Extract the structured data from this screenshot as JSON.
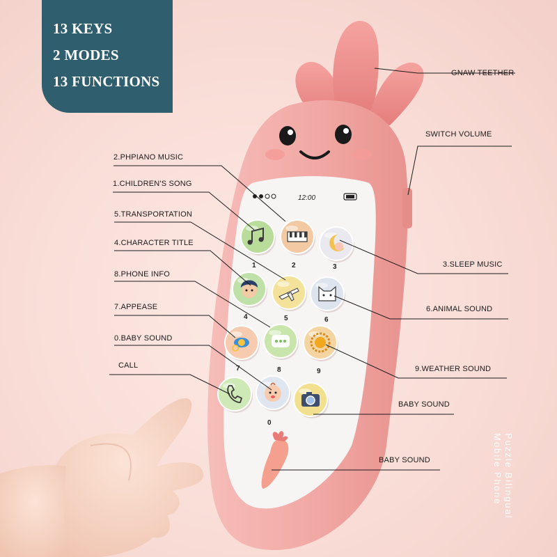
{
  "badge": {
    "line1": "13 KEYS",
    "line2": "2 MODES",
    "line3": "13 FUNCTIONS"
  },
  "phone": {
    "time": "12:00"
  },
  "keys": [
    {
      "num": "1",
      "icon": "music-notes-icon",
      "color": "#b9dc9a"
    },
    {
      "num": "2",
      "icon": "piano-icon",
      "color": "#f3c9a3"
    },
    {
      "num": "3",
      "icon": "moon-icon",
      "color": "#e9e9ef"
    },
    {
      "num": "4",
      "icon": "boy-face-icon",
      "color": "#bfe0a6"
    },
    {
      "num": "5",
      "icon": "airplane-icon",
      "color": "#f4e29a"
    },
    {
      "num": "6",
      "icon": "cat-icon",
      "color": "#dde4ee"
    },
    {
      "num": "7",
      "icon": "pacifier-icon",
      "color": "#f6cbb0"
    },
    {
      "num": "8",
      "icon": "chat-bubble-icon",
      "color": "#c8e6ab"
    },
    {
      "num": "9",
      "icon": "sun-icon",
      "color": "#f4d5a1"
    },
    {
      "num": "",
      "icon": "phone-handset-icon",
      "color": "#cfe9b6"
    },
    {
      "num": "0",
      "icon": "baby-face-icon",
      "color": "#dfe6ef"
    },
    {
      "num": "",
      "icon": "camera-icon",
      "color": "#f3e08e"
    }
  ],
  "labels": {
    "gnaw": "GNAW TEETHER",
    "switch": "SWITCH  VOLUME",
    "piano": "2.PHPIANO MUSIC",
    "song": "1.CHILDREN'S SONG",
    "transport": "5.TRANSPORTATION",
    "character": "4.CHARACTER TITLE",
    "phoneinfo": "8.PHONE INFO",
    "appease": "7.APPEASE",
    "babysound0": "0.BABY SOUND",
    "call": "CALL",
    "sleep": "3.SLEEP MUSIC",
    "animal": "6.ANIMAL SOUND",
    "weather": "9.WEATHER SOUND",
    "baby1": "BABY SOUND",
    "baby2": "BABY SOUND"
  },
  "product_name": {
    "line1": "Puzzle Bilingual",
    "line2": "Mobile Phone"
  },
  "colors": {
    "badge_bg": "#2f5f6e",
    "phone_pink": "#f1a7a4",
    "leaf": "#ee8e8c"
  }
}
